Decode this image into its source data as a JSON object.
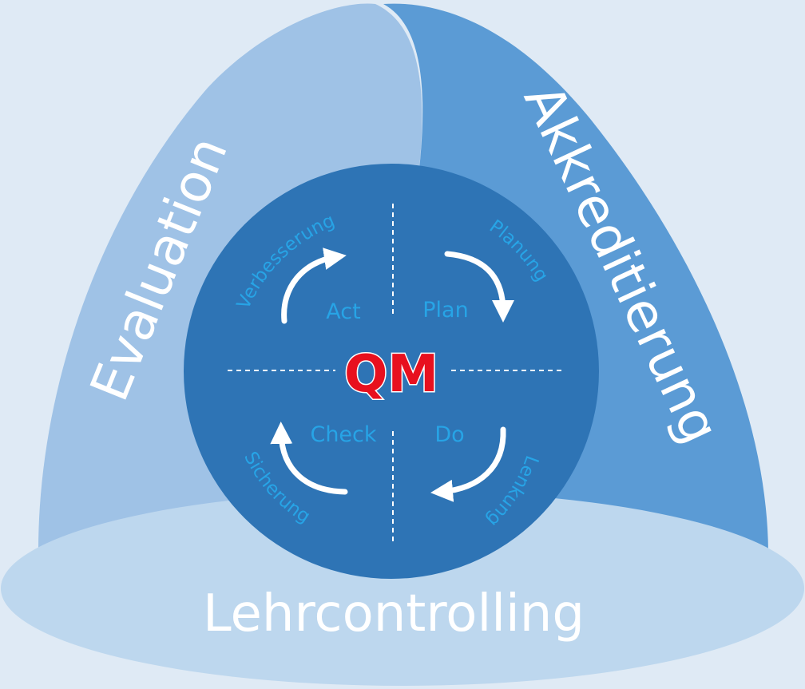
{
  "lobes": {
    "left": "Evaluation",
    "right": "Akkreditierung",
    "bottom": "Lehrcontrolling"
  },
  "center": "QM",
  "cycle": {
    "act": "Act",
    "plan": "Plan",
    "do": "Do",
    "check": "Check"
  },
  "arcs": {
    "act": "Verbesserung",
    "plan": "Planung",
    "do": "Lenkung",
    "check": "Sicherung"
  },
  "colors": {
    "background": "#dfeaf5",
    "left_lobe": "#9fc2e6",
    "right_lobe": "#5b9bd5",
    "bottom_lobe": "#bdd7ee",
    "circle": "#2e74b5",
    "accent_text": "#27a4e6",
    "qm": "#e8101e"
  }
}
